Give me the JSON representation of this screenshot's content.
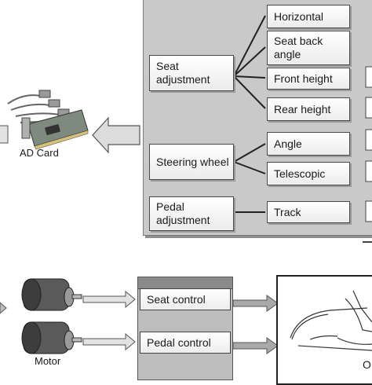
{
  "categories": [
    {
      "id": "seat",
      "label": "Seat adjustment"
    },
    {
      "id": "steering",
      "label": "Steering wheel"
    },
    {
      "id": "pedal",
      "label": "Pedal adjustment"
    }
  ],
  "items": [
    {
      "label": "Horizontal"
    },
    {
      "label": "Seat back angle"
    },
    {
      "label": "Front height"
    },
    {
      "label": "Rear height"
    },
    {
      "label": "Angle"
    },
    {
      "label": "Telescopic"
    },
    {
      "label": "Track"
    }
  ],
  "ad_card_label": "AD Card",
  "motor_label": "Motor",
  "controls": [
    {
      "label": "Seat control"
    },
    {
      "label": "Pedal control"
    }
  ],
  "object_label_partial": "O",
  "colors": {
    "panel": "#c9c9c9",
    "box_border": "#4a4a4a",
    "arrow_fill": "#cccccc"
  }
}
